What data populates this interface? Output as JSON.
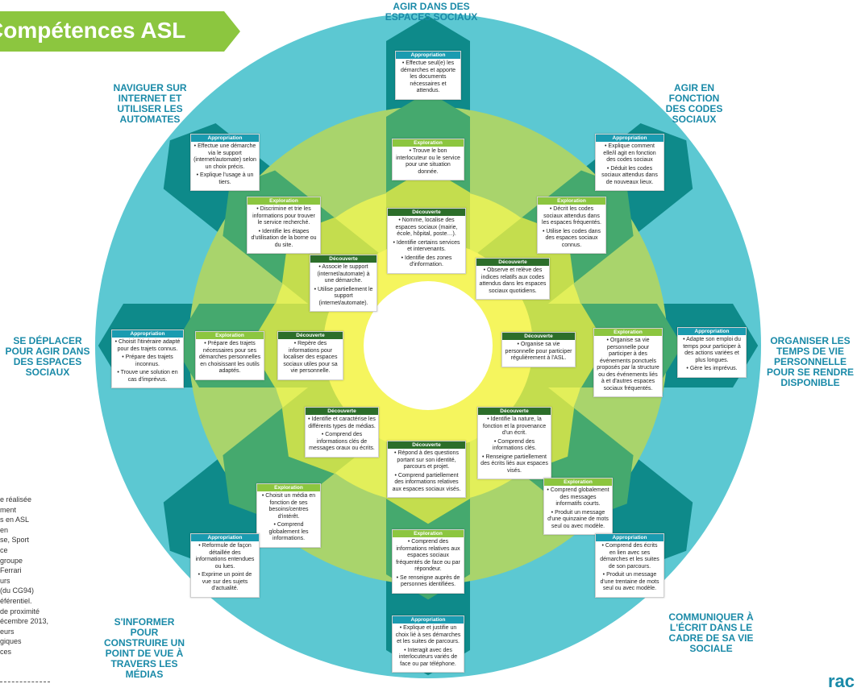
{
  "title": "Compétences ASL",
  "colors": {
    "outer_ring": "#5cc8d2",
    "mid_ring": "#a9d46c",
    "inner_ring": "#e2ef5a",
    "core_ring": "#f5f55e",
    "arm_dark": "#0e8a8a",
    "arm_mid": "#45a96e",
    "arm_light": "#c4dd4e",
    "label": "#1a8aa8",
    "appropriation": "#1a9bb0",
    "exploration": "#8cc63f",
    "decouverte": "#2c6e2a"
  },
  "axes": {
    "top": "AGIR DANS DES ESPACES SOCIAUX",
    "top_right": "AGIR EN FONCTION DES CODES SOCIAUX",
    "right": "ORGANISER LES TEMPS DE VIE PERSONNELLE POUR SE RENDRE DISPONIBLE",
    "bottom_right": "COMMUNIQUER À L'ÉCRIT DANS LE CADRE DE SA VIE SOCIALE",
    "bottom_left": "S'INFORMER POUR CONSTRUIRE UN POINT DE VUE À TRAVERS LES MÉDIAS",
    "left": "SE DÉPLACER POUR AGIR DANS DES ESPACES SOCIAUX",
    "top_left": "NAVIGUER SUR INTERNET ET UTILISER LES AUTOMATES"
  },
  "levels": {
    "appropriation": "Appropriation",
    "exploration": "Exploration",
    "decouverte": "Découverte"
  },
  "boxes": {
    "top_app": [
      "• Effectue seul(e) les démarches et apporte les documents nécessaires et attendus."
    ],
    "top_exp": [
      "• Trouve le bon interlocuteur ou le service pour une situation donnée."
    ],
    "top_dec": [
      "• Nomme, localise des espaces sociaux (mairie, école, hôpital, poste…).",
      "• Identifie certains services et intervenants.",
      "• Identifie des zones d'information."
    ],
    "tr_app": [
      "• Explique comment elle/il agit en fonction des codes sociaux",
      "• Déduit les codes sociaux attendus dans de nouveaux lieux."
    ],
    "tr_exp": [
      "• Décrit les codes sociaux attendus dans les espaces fréquentés.",
      "• Utilise les codes dans des espaces sociaux connus."
    ],
    "tr_dec": [
      "• Observe et relève des indices relatifs aux codes attendus dans les espaces sociaux quotidiens."
    ],
    "r_app": [
      "• Adapte son emploi du temps pour participer à des actions variées et plus longues.",
      "• Gère les imprévus."
    ],
    "r_exp": [
      "• Organise sa vie personnelle pour participer à des événements ponctuels proposés par la structure ou des événements liés à et d'autres espaces sociaux fréquentés."
    ],
    "r_dec": [
      "• Organise sa vie personnelle pour participer régulièrement à l'ASL."
    ],
    "br_dec": [
      "• Identifie la nature, la fonction et la provenance d'un écrit.",
      "• Comprend des informations clés.",
      "• Renseigne partiellement des écrits liés aux espaces visés."
    ],
    "br_exp": [
      "• Comprend globalement des messages informatifs courts.",
      "• Produit un message d'une quinzaine de mots seul ou avec modèle."
    ],
    "br_app": [
      "• Comprend des écrits en lien avec ses démarches et les suites de son parcours.",
      "• Produit un message d'une trentaine de mots seul ou avec modèle."
    ],
    "b_dec": [
      "• Répond à des questions portant sur son identité, parcours et projet.",
      "• Comprend partiellement des informations relatives aux espaces sociaux visés."
    ],
    "b_exp": [
      "• Comprend des informations relatives aux espaces sociaux fréquentés de face ou par répondeur.",
      "• Se renseigne auprès de personnes identifiées."
    ],
    "b_app": [
      "• Explique et justifie un choix lié à ses démarches et les suites de parcours.",
      "• Interagit avec des interlocuteurs variés de face ou par téléphone."
    ],
    "bl_dec": [
      "• Identifie et caractérise les différents types de médias.",
      "• Comprend des informations clés de messages oraux ou écrits."
    ],
    "bl_exp": [
      "• Choisit un média en fonction de ses besoins/centres d'intérêt.",
      "• Comprend globalement les informations."
    ],
    "bl_app": [
      "• Reformule de façon détaillée des informations entendues ou lues.",
      "• Exprime un point de vue sur des sujets d'actualité."
    ],
    "l_app": [
      "• Choisit l'itinéraire adapté pour des trajets connus.",
      "• Prépare des trajets inconnus.",
      "• Trouve une solution en cas d'imprévus."
    ],
    "l_exp": [
      "• Prépare des trajets nécessaires pour ses démarches personnelles en choisissant les outils adaptés."
    ],
    "l_dec": [
      "• Repère des informations pour localiser des espaces sociaux utiles pour sa vie personnelle."
    ],
    "tl_app": [
      "• Effectue une démarche via le support (internet/automate) selon un choix précis.",
      "• Explique l'usage à un tiers."
    ],
    "tl_exp": [
      "• Discrimine et trie les informations pour trouver le service recherché.",
      "• Identifie les étapes d'utilisation de la borne ou du site."
    ],
    "tl_dec": [
      "• Associe le support (internet/automate) à une démarche.",
      "• Utilise partiellement le support (internet/automate)."
    ]
  },
  "side_note": "e réalisée\nment\ns en ASL\nen\nse, Sport\nce\ngroupe\nFerrari\nurs\n(du CG94)\néférentiel.\nde proximité\nécembre 2013,\neurs\ngiques\nces",
  "logo": "rac"
}
